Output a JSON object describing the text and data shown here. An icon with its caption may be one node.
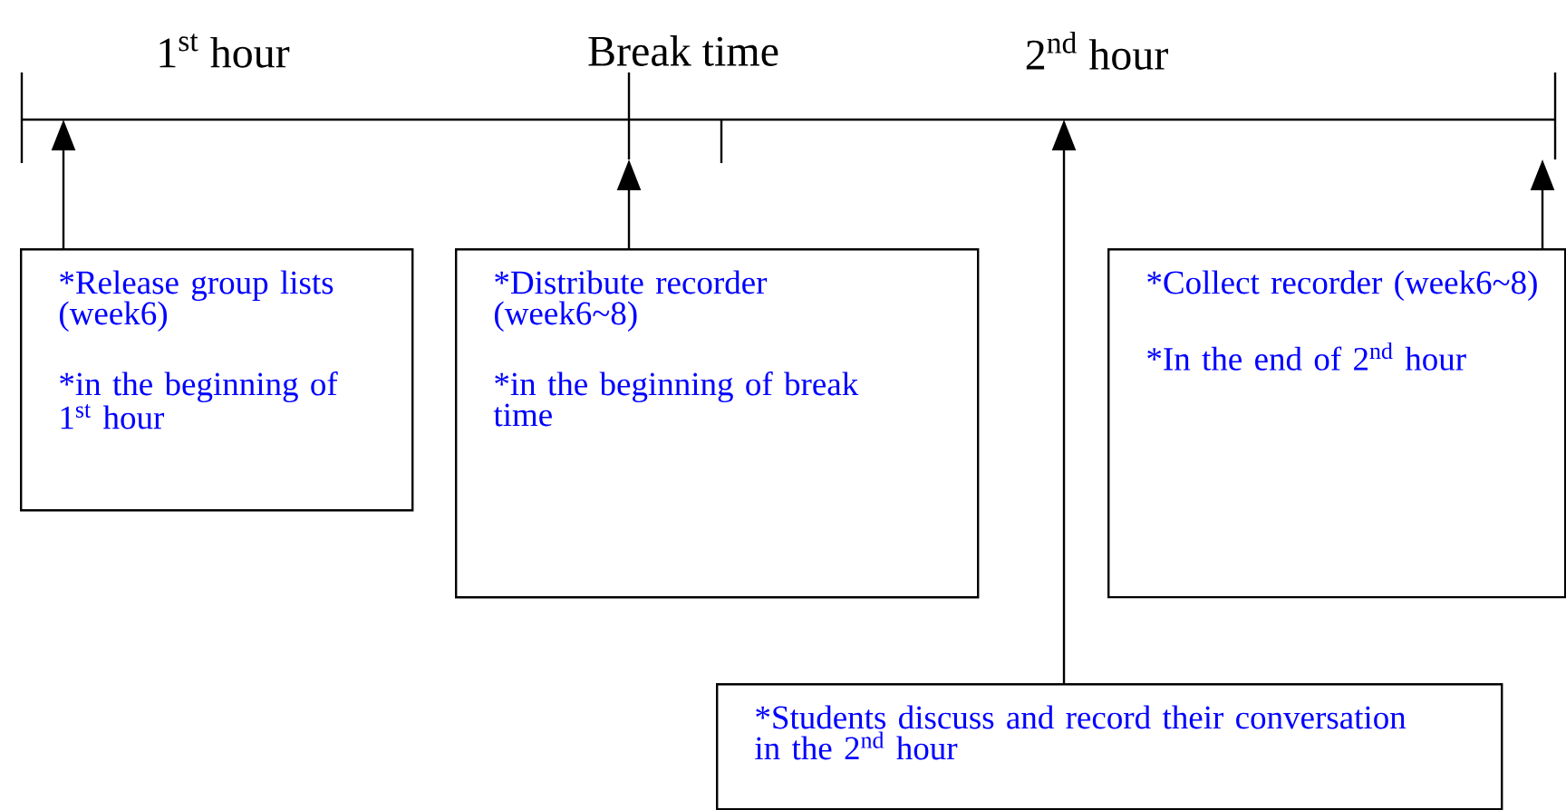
{
  "diagram": {
    "nodes": [
      {
        "text": [
          "*Release group lists (week6)",
          "*in the beginning of 1$^{st}$ hour"
        ]
      },
      {
        "text": [
          "*Distribute recorder (week6~8)",
          "*in the beginning of break time"
        ]
      },
      {
        "text": [
          "*Collect recorder (week6~8)",
          "*In the end of 2$^{nd}$ hour"
        ]
      },
      {
        "text": [
          "*Students discuss and record their conversation in the 2$^{nd}$ hour"
        ]
      }
    ],
    "edges": [
      {
        "from": 0,
        "to": null,
        "arrow": "to"
      },
      {
        "from": 1,
        "to": null,
        "arrow": "to"
      },
      {
        "from": 2,
        "to": null,
        "arrow": "to"
      },
      {
        "from": 3,
        "to": null,
        "arrow": "to"
      }
    ],
    "labels": [
      "1$^{st}$ hour",
      "Break time",
      "2$^{nd}$ hour"
    ]
  }
}
